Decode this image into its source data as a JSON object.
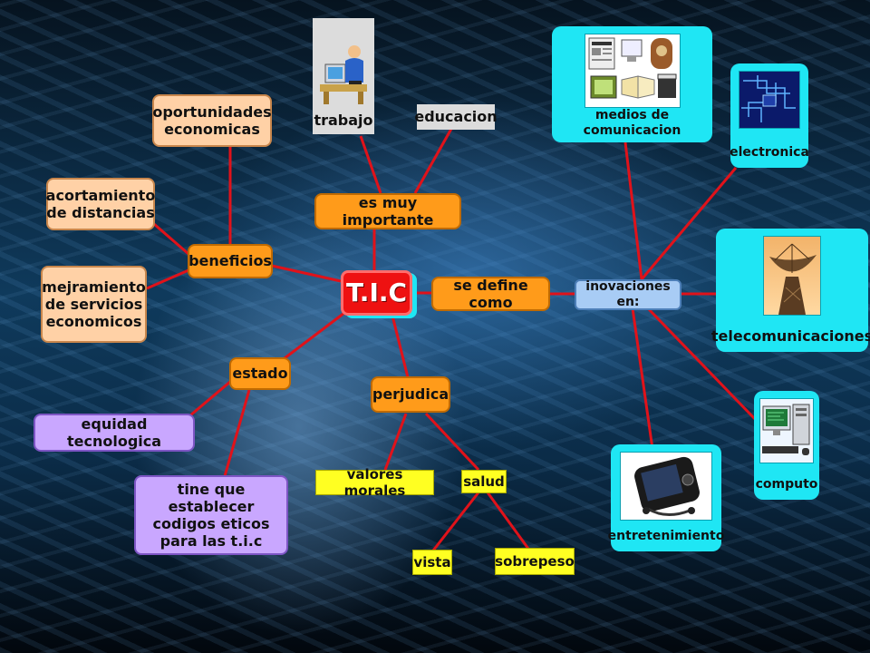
{
  "center": "T.I.C",
  "nodes": {
    "es_muy_importante": "es muy importante",
    "trabajo": "trabajo",
    "educacion": "educacion",
    "beneficios": "beneficios",
    "oportunidades": "oportunidades\neconomicas",
    "acortamiento": "acortamiento\nde distancias",
    "mejramiento": "mejramiento\nde servicios\neconomicos",
    "estado": "estado",
    "equidad": "equidad tecnologica",
    "codigos": "tine que establecer\ncodigos eticos\npara las t.i.c",
    "perjudica": "perjudica",
    "valores": "valores morales",
    "salud": "salud",
    "vista": "vista",
    "sobrepeso": "sobrepeso",
    "se_define": "se define como",
    "inovaciones": "inovaciones en:",
    "medios": "medios de comunicacion",
    "electronica": "electronica",
    "telecom": "telecomunicaciones",
    "computo": "computo",
    "entretenimiento": "entretenimiento"
  },
  "colors": {
    "link": "#e0121a",
    "orange": "#ff9b1a",
    "peach": "#ffd1a6",
    "purple": "#c9a7ff",
    "yellow": "#ffff22",
    "cyan": "#1fe6f4",
    "blue": "#a8ccf5",
    "center": "#ee1111"
  },
  "icons": {
    "trabajo": "office-worker-icon",
    "medios": "media-collage-icon",
    "electronica": "circuit-board-icon",
    "telecom": "satellite-dish-icon",
    "computo": "desktop-computer-icon",
    "entretenimiento": "media-player-icon"
  }
}
